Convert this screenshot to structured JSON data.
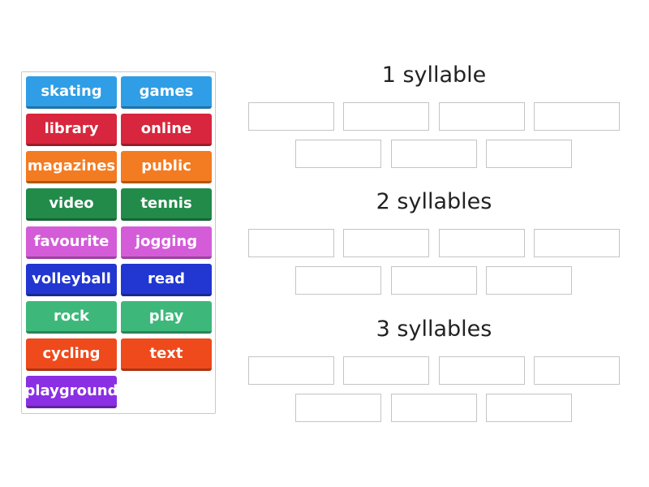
{
  "word_bank": {
    "tiles": [
      {
        "label": "skating",
        "color": "#2f9ee6"
      },
      {
        "label": "games",
        "color": "#2f9ee6"
      },
      {
        "label": "library",
        "color": "#d7263d"
      },
      {
        "label": "online",
        "color": "#d7263d"
      },
      {
        "label": "magazines",
        "color": "#f37b21"
      },
      {
        "label": "public",
        "color": "#f37b21"
      },
      {
        "label": "video",
        "color": "#228b4a"
      },
      {
        "label": "tennis",
        "color": "#228b4a"
      },
      {
        "label": "favourite",
        "color": "#d45cd8"
      },
      {
        "label": "jogging",
        "color": "#d45cd8"
      },
      {
        "label": "volleyball",
        "color": "#2236d1"
      },
      {
        "label": "read",
        "color": "#2236d1"
      },
      {
        "label": "rock",
        "color": "#3db87a"
      },
      {
        "label": "play",
        "color": "#3db87a"
      },
      {
        "label": "cycling",
        "color": "#ee4a1c"
      },
      {
        "label": "text",
        "color": "#ee4a1c"
      },
      {
        "label": "playground",
        "color": "#8a2fe3"
      }
    ]
  },
  "groups": [
    {
      "title": "1 syllable",
      "slot_count": 7
    },
    {
      "title": "2 syllables",
      "slot_count": 7
    },
    {
      "title": "3 syllables",
      "slot_count": 7
    }
  ]
}
